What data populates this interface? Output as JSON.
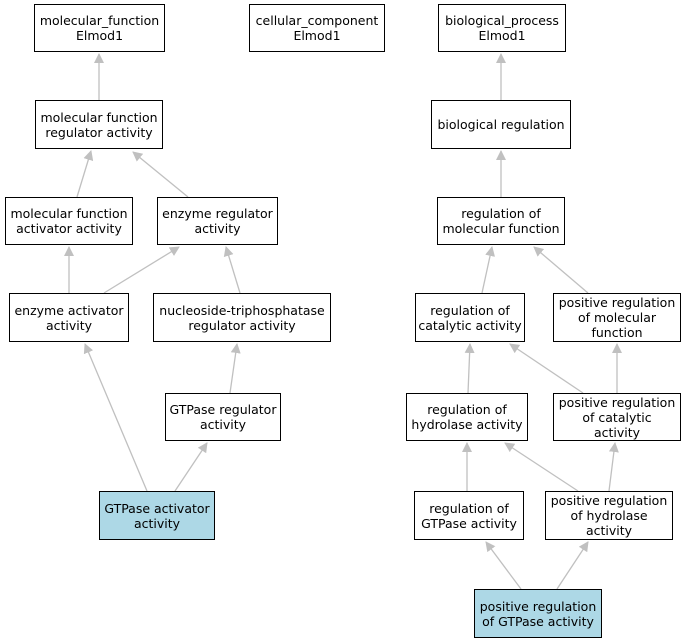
{
  "colors": {
    "edge": "#c0c0c0",
    "node_fill": "#ffffff",
    "highlight_fill": "#add8e6",
    "border": "#000000"
  },
  "nodes": {
    "mf_root": {
      "label": "molecular_function\nElmod1",
      "highlight": false
    },
    "cc_root": {
      "label": "cellular_component\nElmod1",
      "highlight": false
    },
    "bp_root": {
      "label": "biological_process\nElmod1",
      "highlight": false
    },
    "mf_regulator": {
      "label": "molecular function\nregulator activity",
      "highlight": false
    },
    "bio_regulation": {
      "label": "biological regulation",
      "highlight": false
    },
    "mf_activator": {
      "label": "molecular function\nactivator activity",
      "highlight": false
    },
    "enzyme_regulator": {
      "label": "enzyme regulator\nactivity",
      "highlight": false
    },
    "reg_mol_function": {
      "label": "regulation of\nmolecular function",
      "highlight": false
    },
    "enzyme_activator": {
      "label": "enzyme activator\nactivity",
      "highlight": false
    },
    "ntpase_regulator": {
      "label": "nucleoside-triphosphatase\nregulator activity",
      "highlight": false
    },
    "reg_catalytic": {
      "label": "regulation of\ncatalytic activity",
      "highlight": false
    },
    "pos_reg_mol_function": {
      "label": "positive regulation\nof molecular\nfunction",
      "highlight": false
    },
    "gtpase_regulator": {
      "label": "GTPase regulator\nactivity",
      "highlight": false
    },
    "reg_hydrolase": {
      "label": "regulation of\nhydrolase activity",
      "highlight": false
    },
    "pos_reg_catalytic": {
      "label": "positive regulation\nof catalytic\nactivity",
      "highlight": false
    },
    "gtpase_activator": {
      "label": "GTPase activator\nactivity",
      "highlight": true
    },
    "reg_gtpase": {
      "label": "regulation of\nGTPase activity",
      "highlight": false
    },
    "pos_reg_hydrolase": {
      "label": "positive regulation\nof hydrolase\nactivity",
      "highlight": false
    },
    "pos_reg_gtpase": {
      "label": "positive regulation\nof GTPase activity",
      "highlight": true
    }
  },
  "edges": [
    {
      "from": "mf_regulator",
      "to": "mf_root"
    },
    {
      "from": "mf_activator",
      "to": "mf_regulator"
    },
    {
      "from": "enzyme_regulator",
      "to": "mf_regulator"
    },
    {
      "from": "enzyme_activator",
      "to": "mf_activator"
    },
    {
      "from": "enzyme_activator",
      "to": "enzyme_regulator"
    },
    {
      "from": "ntpase_regulator",
      "to": "enzyme_regulator"
    },
    {
      "from": "gtpase_regulator",
      "to": "ntpase_regulator"
    },
    {
      "from": "gtpase_activator",
      "to": "enzyme_activator"
    },
    {
      "from": "gtpase_activator",
      "to": "gtpase_regulator"
    },
    {
      "from": "bio_regulation",
      "to": "bp_root"
    },
    {
      "from": "reg_mol_function",
      "to": "bio_regulation"
    },
    {
      "from": "reg_catalytic",
      "to": "reg_mol_function"
    },
    {
      "from": "pos_reg_mol_function",
      "to": "reg_mol_function"
    },
    {
      "from": "reg_hydrolase",
      "to": "reg_catalytic"
    },
    {
      "from": "pos_reg_catalytic",
      "to": "reg_catalytic"
    },
    {
      "from": "pos_reg_catalytic",
      "to": "pos_reg_mol_function"
    },
    {
      "from": "reg_gtpase",
      "to": "reg_hydrolase"
    },
    {
      "from": "pos_reg_hydrolase",
      "to": "reg_hydrolase"
    },
    {
      "from": "pos_reg_hydrolase",
      "to": "pos_reg_catalytic"
    },
    {
      "from": "pos_reg_gtpase",
      "to": "reg_gtpase"
    },
    {
      "from": "pos_reg_gtpase",
      "to": "pos_reg_hydrolase"
    }
  ]
}
